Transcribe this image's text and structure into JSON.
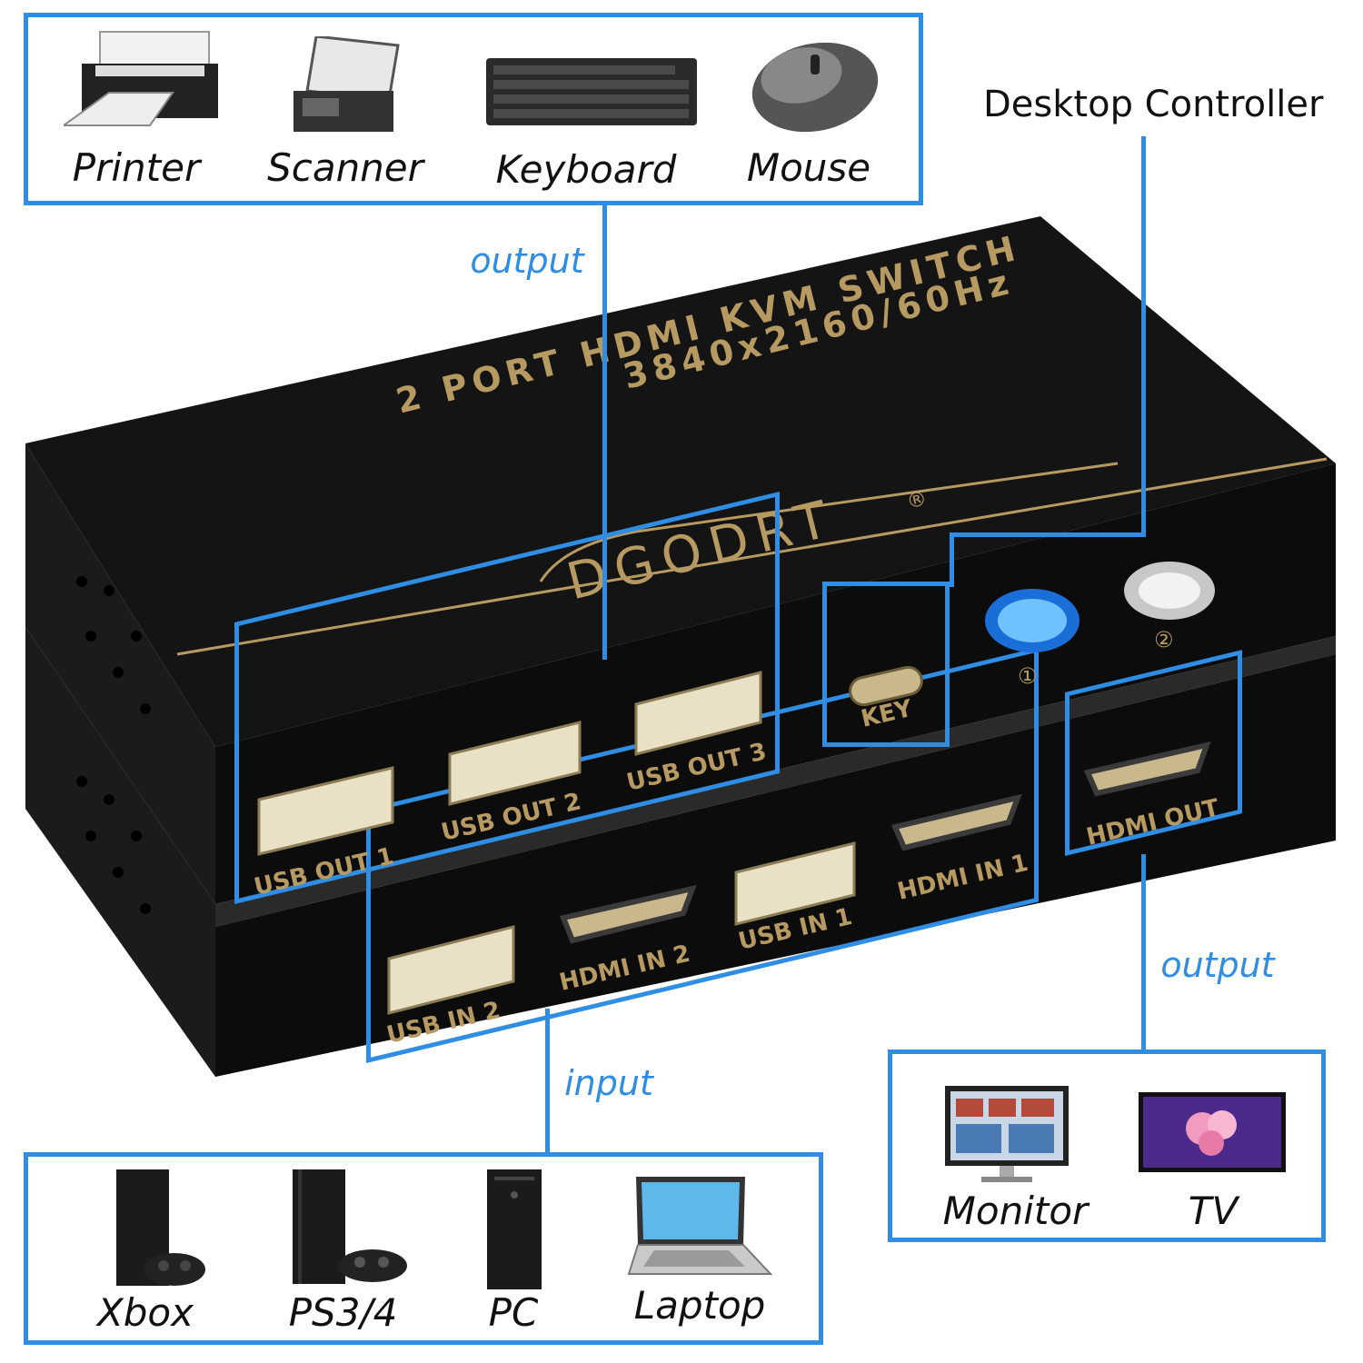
{
  "colors": {
    "accent": "#2f8de4",
    "device_body": "#111111",
    "gold": "#b79a62"
  },
  "top_devices": [
    {
      "label": "Printer",
      "icon": "printer-icon"
    },
    {
      "label": "Scanner",
      "icon": "scanner-icon"
    },
    {
      "label": "Keyboard",
      "icon": "keyboard-icon"
    },
    {
      "label": "Mouse",
      "icon": "mouse-icon"
    }
  ],
  "desktop_controller_label": "Desktop Controller",
  "output_label_top": "output",
  "output_label_right": "output",
  "input_label": "input",
  "device": {
    "title_line1": "2 PORT HDMI KVM SWITCH",
    "title_line2": "3840x2160/60Hz",
    "brand": "DGODRT",
    "brand_mark": "®",
    "key_label": "KEY",
    "button1_label": "①",
    "button2_label": "②",
    "ports": {
      "usb_out_1": "USB OUT 1",
      "usb_out_2": "USB OUT 2",
      "usb_out_3": "USB OUT 3",
      "usb_in_2": "USB IN 2",
      "hdmi_in_2": "HDMI IN 2",
      "usb_in_1": "USB IN 1",
      "hdmi_in_1": "HDMI IN 1",
      "hdmi_out": "HDMI OUT"
    }
  },
  "output_displays": [
    {
      "label": "Monitor",
      "icon": "monitor-icon"
    },
    {
      "label": "TV",
      "icon": "tv-icon"
    }
  ],
  "input_sources": [
    {
      "label": "Xbox",
      "icon": "xbox-icon"
    },
    {
      "label": "PS3/4",
      "icon": "playstation-icon"
    },
    {
      "label": "PC",
      "icon": "pc-tower-icon"
    },
    {
      "label": "Laptop",
      "icon": "laptop-icon"
    }
  ]
}
